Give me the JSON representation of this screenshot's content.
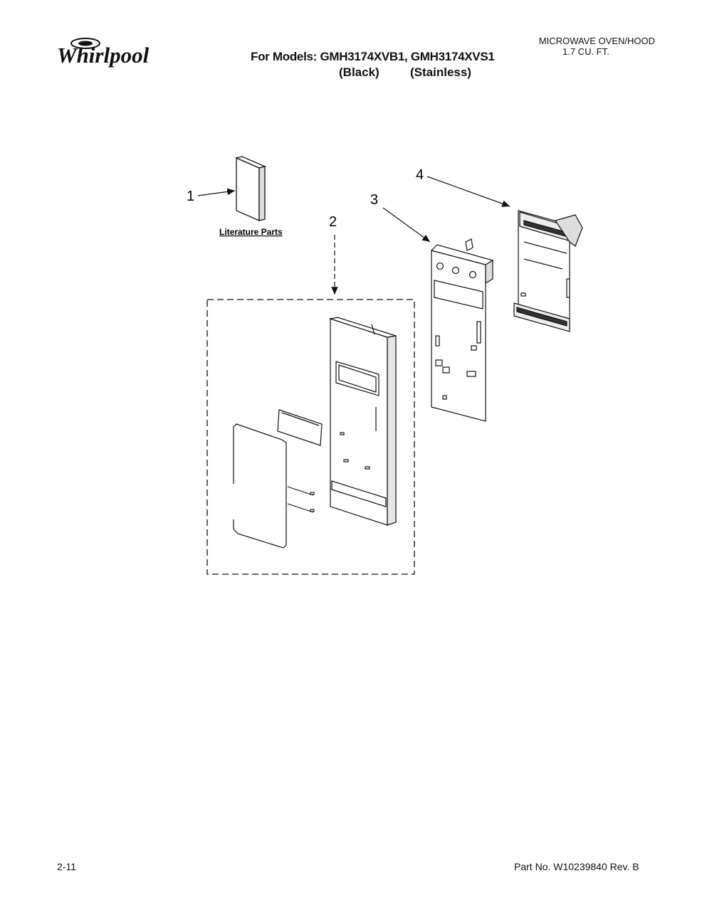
{
  "header": {
    "brand": "Whirlpool",
    "models_line": "For Models: GMH3174XVB1, GMH3174XVS1",
    "variant_black": "(Black)",
    "variant_stainless": "(Stainless)",
    "product_line1": "MICROWAVE OVEN/HOOD",
    "product_line2": "1.7 CU. FT."
  },
  "diagram": {
    "callouts": [
      "1",
      "2",
      "3",
      "4"
    ],
    "literature_label": "Literature Parts"
  },
  "footer": {
    "page": "2-11",
    "part_no": "Part No. W10239840 Rev. B"
  }
}
